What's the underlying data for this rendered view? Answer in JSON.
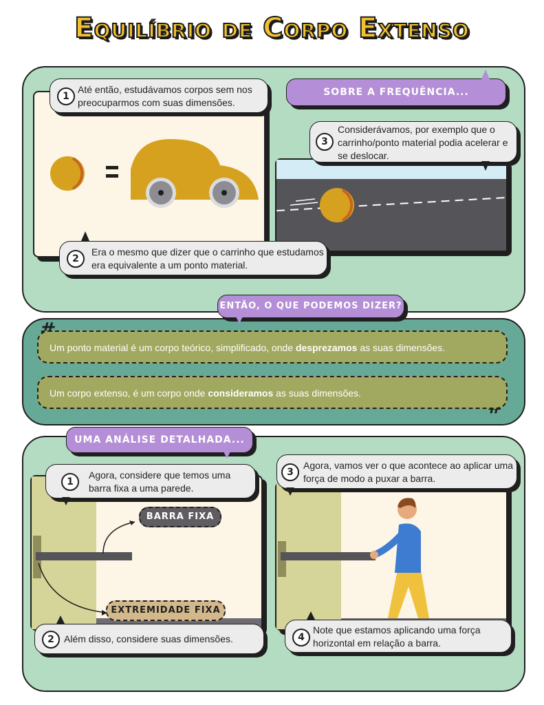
{
  "title": "Equilíbrio de Corpo Extenso",
  "section1": {
    "header": "SOBRE A FREQUÊNCIA...",
    "bubble1": {
      "num": "1",
      "text": "Até então, estudávamos corpos sem nos preocuparmos com suas dimensões."
    },
    "bubble2": {
      "num": "2",
      "text": "Era o mesmo que dizer que o carrinho que estudamos era equivalente a um ponto material."
    },
    "bubble3": {
      "num": "3",
      "text": "Considerávamos, por exemplo que o carrinho/ponto material podia acelerar e se deslocar."
    }
  },
  "section2": {
    "header": "ENTÃO, O QUE PODEMOS DIZER?",
    "def1": {
      "before": "Um ponto material é um corpo teórico, simplificado, onde ",
      "bold": "desprezamos",
      "after": " as suas dimensões."
    },
    "def2": {
      "before": "Um corpo extenso, é um corpo onde ",
      "bold": "consideramos",
      "after": " as suas dimensões."
    }
  },
  "section3": {
    "header": "UMA ANÁLISE DETALHADA...",
    "bubble1": {
      "num": "1",
      "text": "Agora, considere que temos uma barra fixa a uma parede."
    },
    "bubble2": {
      "num": "2",
      "text": "Além disso, considere suas dimensõеs."
    },
    "bubble3": {
      "num": "3",
      "text": "Agora, vamos ver o que acontece ao aplicar uma força de modo a puxar a barra."
    },
    "bubble4": {
      "num": "4",
      "text": "Note que estamos aplicando uma força horizontal em relação a barra."
    },
    "label_barra": "BARRA FIXA",
    "label_extremidade": "EXTREMIDADE FIXA"
  },
  "colors": {
    "title_yellow": "#f2c12e",
    "mint": "#b3dcc2",
    "teal": "#66a997",
    "olive": "#a0a95f",
    "purple": "#b48ed6",
    "mustard": "#d6a11e"
  }
}
